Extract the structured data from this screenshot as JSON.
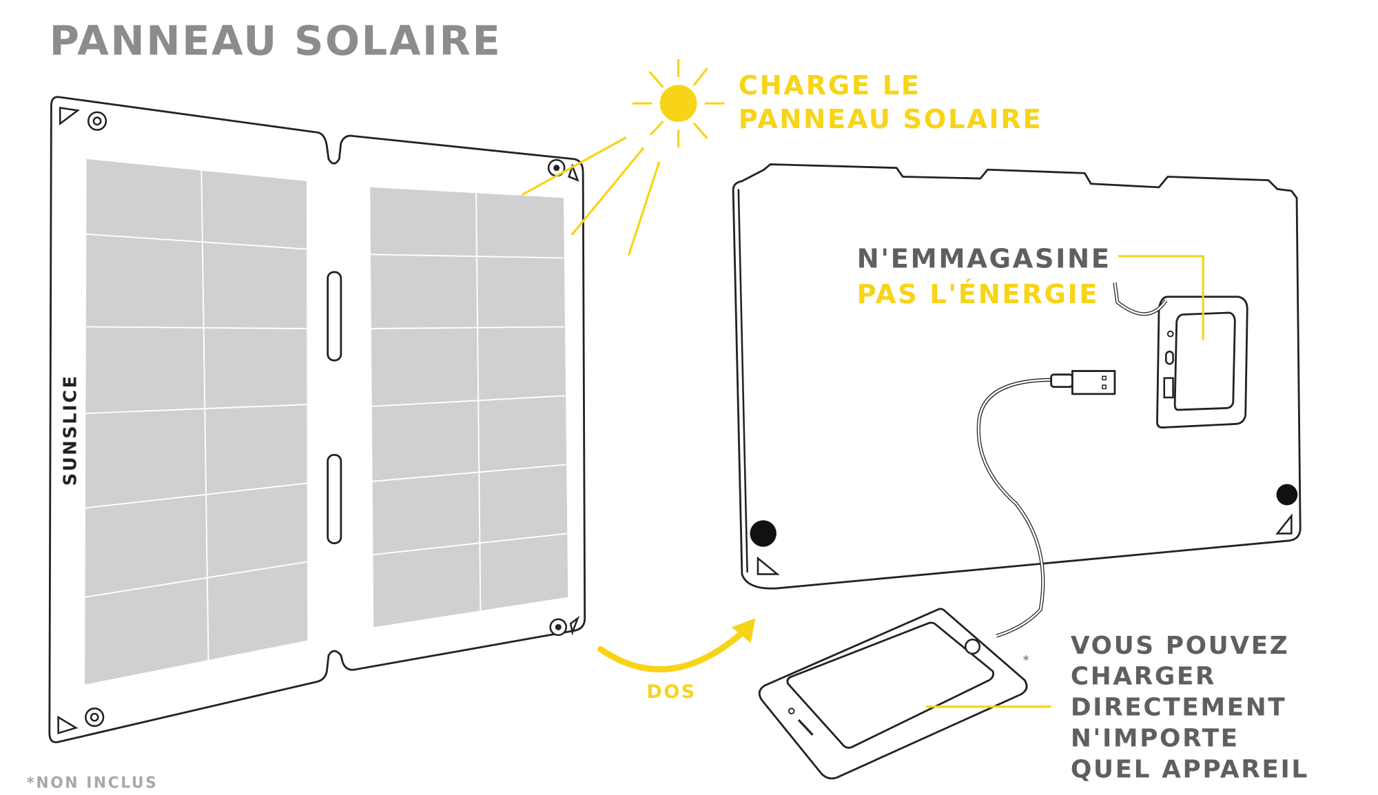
{
  "title": "PANNEAU SOLAIRE",
  "sun_caption": {
    "line1": "CHARGE LE",
    "line2": "PANNEAU SOLAIRE"
  },
  "storage_caption": {
    "line1": "N'EMMAGASINE",
    "line2": "PAS L'ÉNERGIE"
  },
  "back_label": "DOS",
  "device_caption": {
    "lines": [
      "VOUS POUVEZ",
      "CHARGER",
      "DIRECTEMENT",
      "N'IMPORTE",
      "QUEL APPAREIL"
    ]
  },
  "asterisk": "*",
  "footnote": "*NON INCLUS",
  "brand": "SUNSLICE",
  "colors": {
    "yellow": "#f7d417",
    "title_gray": "#8c8c8c",
    "text_gray": "#5f5f63",
    "cell_gray": "#d0d0d0"
  }
}
